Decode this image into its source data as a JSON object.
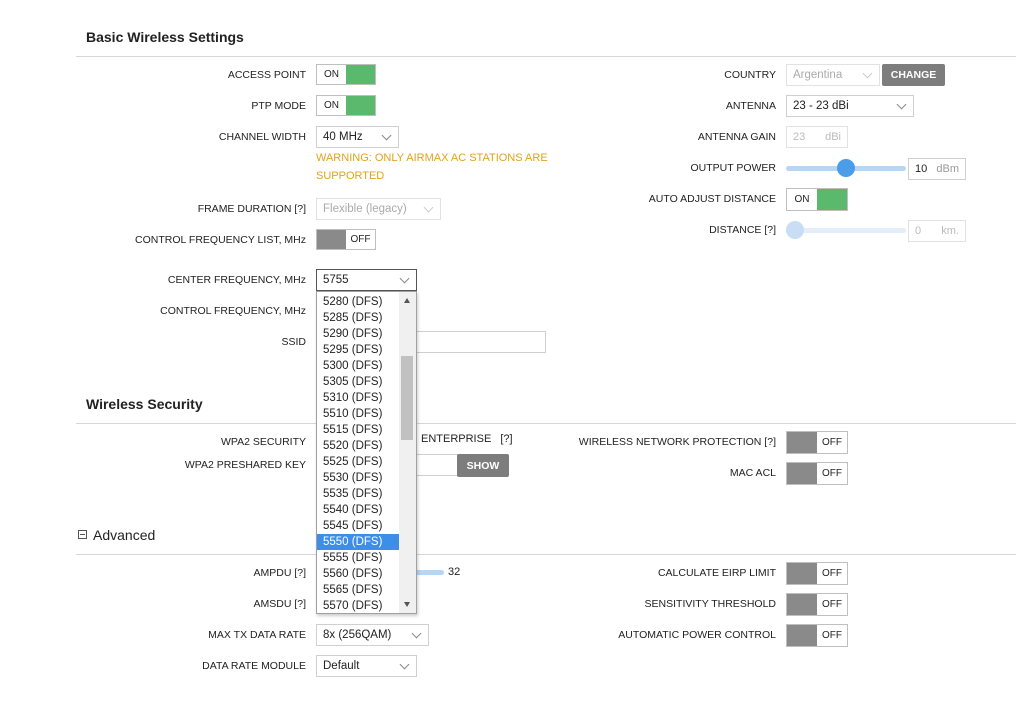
{
  "basic": {
    "title": "Basic Wireless Settings",
    "access_point": {
      "label": "ACCESS POINT",
      "state": "ON"
    },
    "ptp_mode": {
      "label": "PTP MODE",
      "state": "ON"
    },
    "channel_width": {
      "label": "CHANNEL WIDTH",
      "value": "40 MHz"
    },
    "warning": "WARNING: ONLY AIRMAX AC STATIONS ARE SUPPORTED",
    "frame_duration": {
      "label": "FRAME DURATION [?]",
      "value": "Flexible (legacy)"
    },
    "control_freq_list": {
      "label": "CONTROL FREQUENCY LIST, MHz",
      "state": "OFF"
    },
    "center_frequency": {
      "label": "CENTER FREQUENCY, MHz",
      "value": "5755"
    },
    "control_frequency": {
      "label": "CONTROL FREQUENCY, MHz"
    },
    "ssid": {
      "label": "SSID",
      "value": ""
    },
    "country": {
      "label": "COUNTRY",
      "value": "Argentina",
      "button": "CHANGE"
    },
    "antenna": {
      "label": "ANTENNA",
      "value": "23 - 23 dBi"
    },
    "antenna_gain": {
      "label": "ANTENNA GAIN",
      "value": "23",
      "unit": "dBi"
    },
    "output_power": {
      "label": "OUTPUT POWER",
      "value": "10",
      "unit": "dBm"
    },
    "auto_adjust_distance": {
      "label": "AUTO ADJUST DISTANCE",
      "state": "ON"
    },
    "distance": {
      "label": "DISTANCE [?]",
      "value": "0",
      "unit": "km."
    }
  },
  "frequency_dropdown": {
    "options": [
      "5280 (DFS)",
      "5285 (DFS)",
      "5290 (DFS)",
      "5295 (DFS)",
      "5300 (DFS)",
      "5305 (DFS)",
      "5310 (DFS)",
      "5510 (DFS)",
      "5515 (DFS)",
      "5520 (DFS)",
      "5525 (DFS)",
      "5530 (DFS)",
      "5535 (DFS)",
      "5540 (DFS)",
      "5545 (DFS)",
      "5550 (DFS)",
      "5555 (DFS)",
      "5560 (DFS)",
      "5565 (DFS)",
      "5570 (DFS)"
    ],
    "highlighted": "5550 (DFS)"
  },
  "security": {
    "title": "Wireless Security",
    "wpa2_security": {
      "label": "WPA2 SECURITY",
      "option_visible": "ENTERPRISE",
      "help": "[?]"
    },
    "wpa2_key": {
      "label": "WPA2 PRESHARED KEY",
      "button": "SHOW"
    },
    "wireless_network_protection": {
      "label": "WIRELESS NETWORK PROTECTION [?]",
      "state": "OFF"
    },
    "mac_acl": {
      "label": "MAC ACL",
      "state": "OFF"
    }
  },
  "advanced": {
    "title": "Advanced",
    "ampdu": {
      "label": "AMPDU [?]",
      "value": "32"
    },
    "amsdu": {
      "label": "AMSDU [?]"
    },
    "max_tx_rate": {
      "label": "MAX TX DATA RATE",
      "value": "8x (256QAM)"
    },
    "data_rate_module": {
      "label": "DATA RATE MODULE",
      "value": "Default"
    },
    "calc_eirp": {
      "label": "CALCULATE EIRP LIMIT",
      "state": "OFF"
    },
    "sensitivity": {
      "label": "SENSITIVITY THRESHOLD",
      "state": "OFF"
    },
    "apc": {
      "label": "AUTOMATIC POWER CONTROL",
      "state": "OFF"
    }
  },
  "colors": {
    "on": "#5bb96d",
    "off": "#8a8a8a",
    "warning": "#e3a21a",
    "highlight": "#3d8ee8",
    "slider": "#4a9de8"
  }
}
